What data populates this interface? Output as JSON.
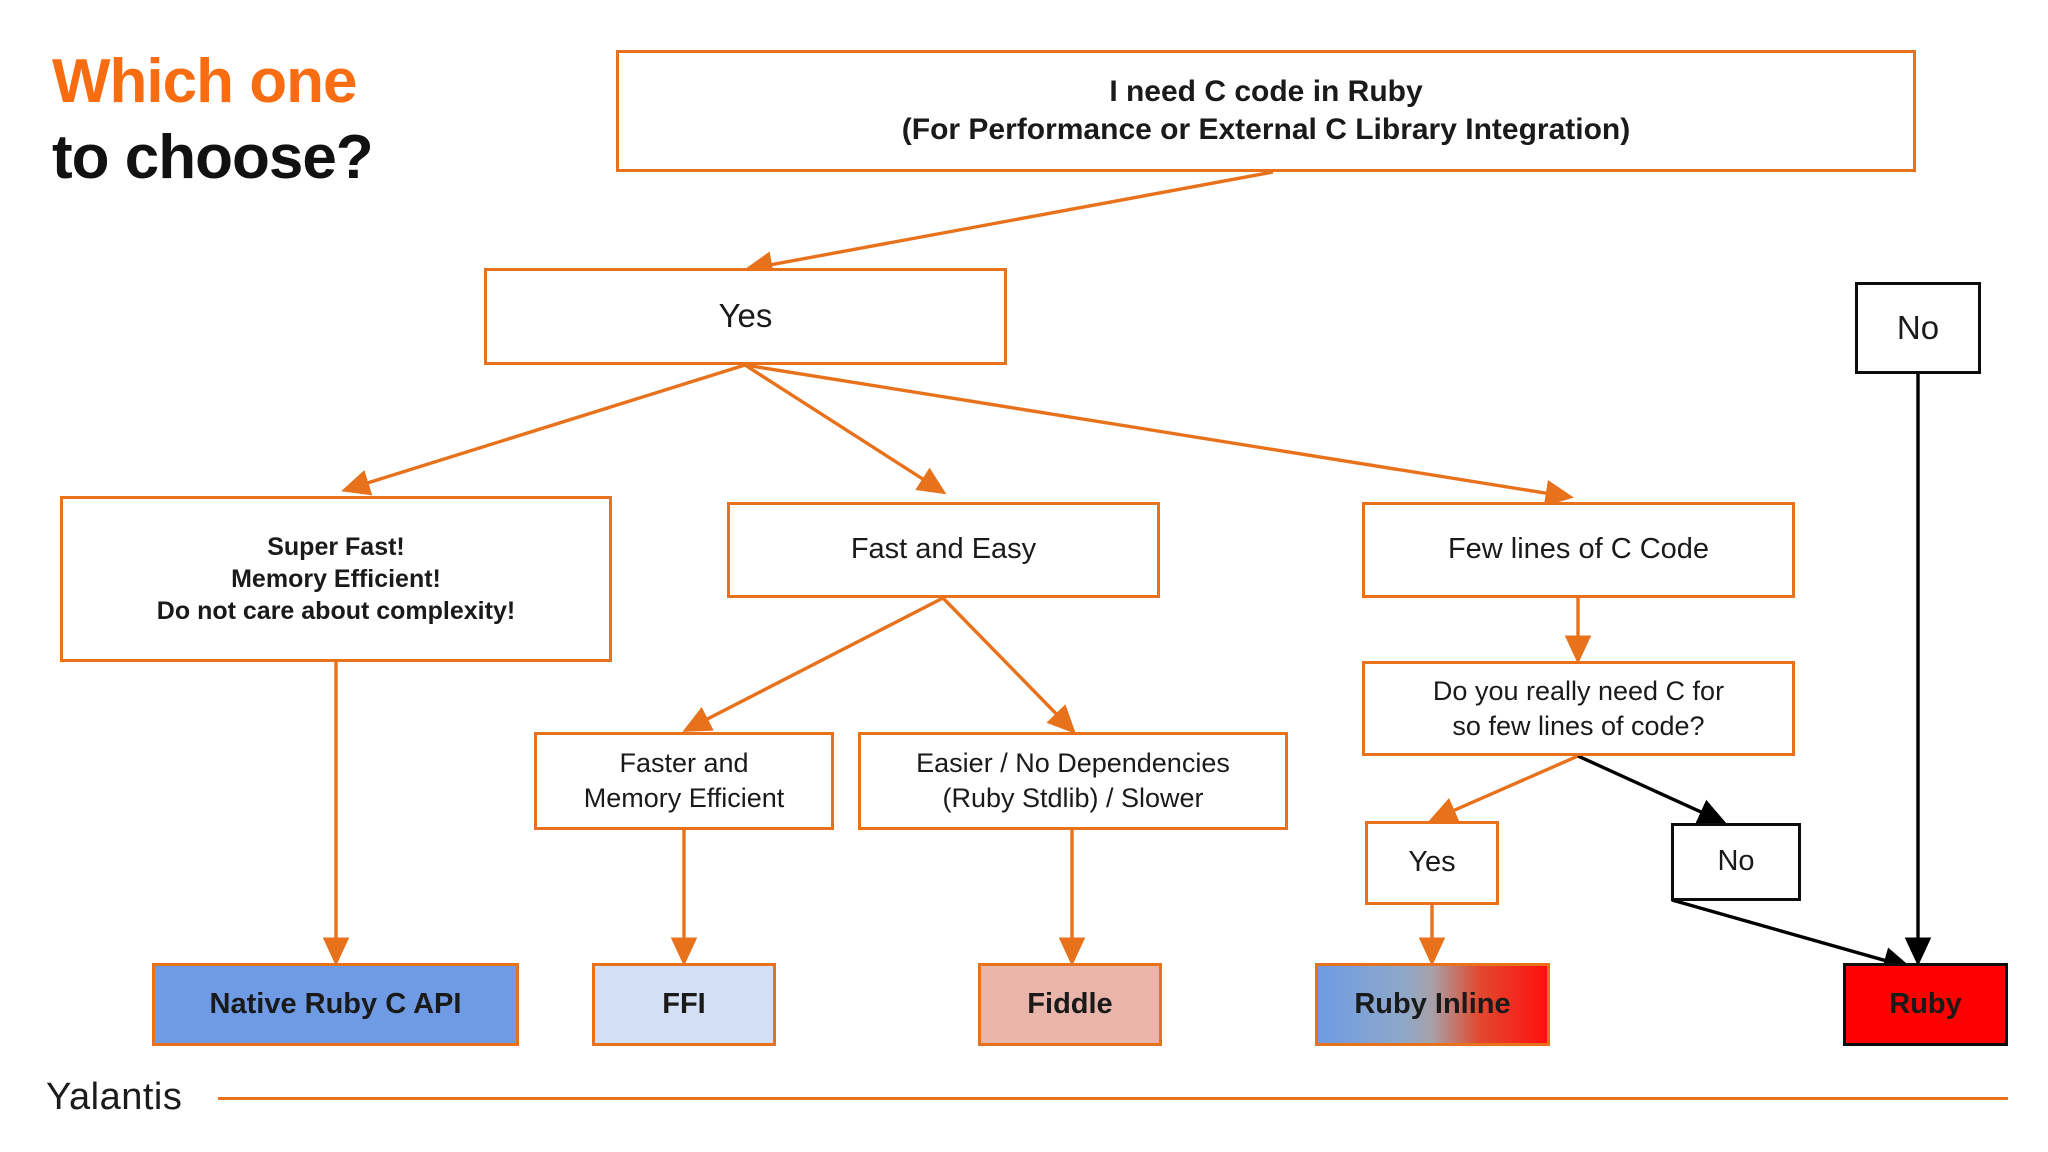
{
  "heading": {
    "line1": "Which one",
    "line2": "to choose?",
    "accent_color": "#F86C12"
  },
  "colors": {
    "orange_border": "#E8721C",
    "black_border": "#0d0d0d",
    "arrow_orange": "#E8721C",
    "arrow_black": "#000000",
    "native_ruby_c_api_fill": "#6E9BE4",
    "ffi_fill": "#D2DFF4",
    "fiddle_fill": "#E9B5AB",
    "ruby_inline_fill_start": "#6E9BE4",
    "ruby_inline_fill_end": "#FF1010",
    "ruby_fill": "#FF0000"
  },
  "flowchart": {
    "type": "decision-tree",
    "title": "Which one to choose?",
    "nodes": [
      {
        "id": "root",
        "label": "I need C code in Ruby\n(For Performance or External C Library Integration)"
      },
      {
        "id": "yes-top",
        "label": "Yes"
      },
      {
        "id": "no-top",
        "label": "No"
      },
      {
        "id": "super-fast",
        "label": "Super Fast!\nMemory Efficient!\nDo not care about complexity!"
      },
      {
        "id": "fast-easy",
        "label": "Fast and Easy"
      },
      {
        "id": "few-lines",
        "label": "Few lines of C Code"
      },
      {
        "id": "faster-mem",
        "label": "Faster and\nMemory Efficient"
      },
      {
        "id": "easier-dep",
        "label": "Easier / No Dependencies\n(Ruby Stdlib) / Slower"
      },
      {
        "id": "really-need",
        "label": "Do you really need C for\nso few lines of code?"
      },
      {
        "id": "yes-inner",
        "label": "Yes"
      },
      {
        "id": "no-inner",
        "label": "No"
      },
      {
        "id": "native-api",
        "label": "Native Ruby C API"
      },
      {
        "id": "ffi",
        "label": "FFI"
      },
      {
        "id": "fiddle",
        "label": "Fiddle"
      },
      {
        "id": "ruby-inline",
        "label": "Ruby Inline"
      },
      {
        "id": "ruby",
        "label": "Ruby"
      }
    ],
    "edges": [
      {
        "from": "root",
        "to": "yes-top",
        "color": "orange"
      },
      {
        "from": "root",
        "to": "no-top",
        "color": "orange"
      },
      {
        "from": "yes-top",
        "to": "super-fast",
        "color": "orange"
      },
      {
        "from": "yes-top",
        "to": "fast-easy",
        "color": "orange"
      },
      {
        "from": "yes-top",
        "to": "few-lines",
        "color": "orange"
      },
      {
        "from": "super-fast",
        "to": "native-api",
        "color": "orange"
      },
      {
        "from": "fast-easy",
        "to": "faster-mem",
        "color": "orange"
      },
      {
        "from": "fast-easy",
        "to": "easier-dep",
        "color": "orange"
      },
      {
        "from": "faster-mem",
        "to": "ffi",
        "color": "orange"
      },
      {
        "from": "easier-dep",
        "to": "fiddle",
        "color": "orange"
      },
      {
        "from": "few-lines",
        "to": "really-need",
        "color": "orange"
      },
      {
        "from": "really-need",
        "to": "yes-inner",
        "color": "orange"
      },
      {
        "from": "really-need",
        "to": "no-inner",
        "color": "black"
      },
      {
        "from": "yes-inner",
        "to": "ruby-inline",
        "color": "orange"
      },
      {
        "from": "no-inner",
        "to": "ruby",
        "color": "black"
      },
      {
        "from": "no-top",
        "to": "ruby",
        "color": "black"
      }
    ]
  },
  "boxes": {
    "root_line1": "I need C code in Ruby",
    "root_line2": "(For Performance or External C Library Integration)",
    "yes_top": "Yes",
    "no_top": "No",
    "super_fast_line1": "Super Fast!",
    "super_fast_line2": "Memory Efficient!",
    "super_fast_line3": "Do not care about complexity!",
    "fast_easy": "Fast and Easy",
    "few_lines": "Few lines of C Code",
    "faster_mem_line1": "Faster and",
    "faster_mem_line2": "Memory Efficient",
    "easier_dep_line1": "Easier / No Dependencies",
    "easier_dep_line2": "(Ruby Stdlib) / Slower",
    "really_need_line1": "Do you really need C for",
    "really_need_line2": "so few lines of code?",
    "yes_inner": "Yes",
    "no_inner": "No",
    "native_api": "Native Ruby C API",
    "ffi": "FFI",
    "fiddle": "Fiddle",
    "ruby_inline": "Ruby Inline",
    "ruby": "Ruby"
  },
  "footer": {
    "logo": "Yalantis"
  }
}
